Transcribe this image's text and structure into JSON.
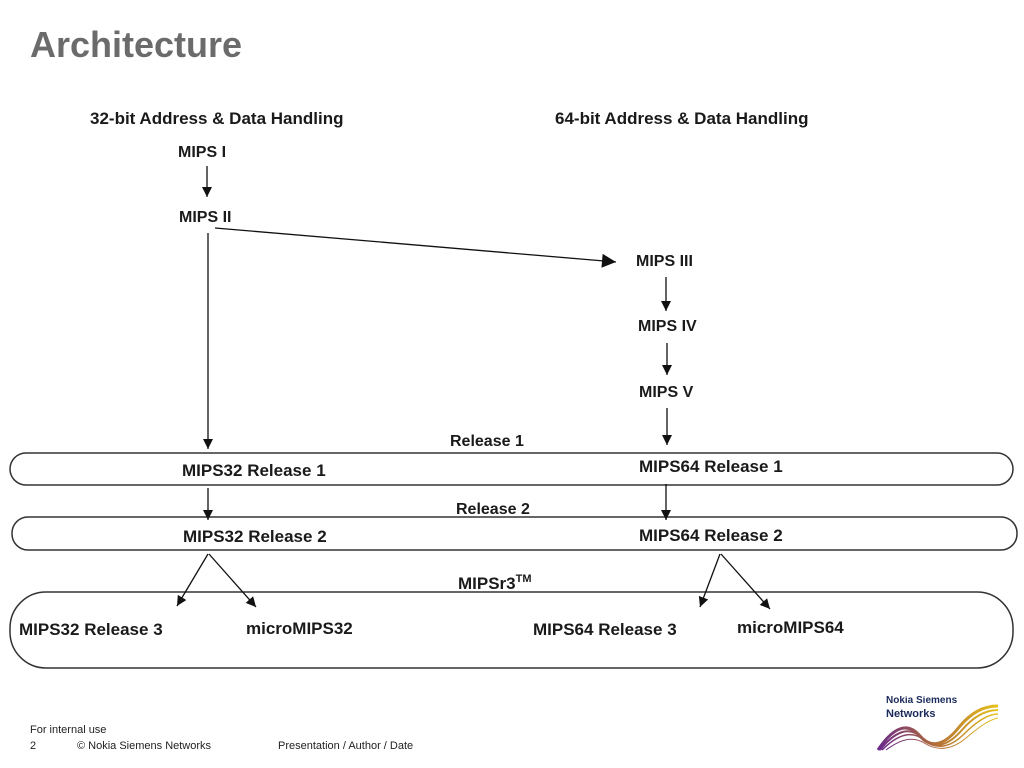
{
  "slide": {
    "title": "Architecture"
  },
  "diagram": {
    "column_32": "32-bit Address & Data Handling",
    "column_64": "64-bit Address & Data Handling",
    "nodes": {
      "mips1": "MIPS I",
      "mips2": "MIPS II",
      "mips3": "MIPS III",
      "mips4": "MIPS IV",
      "mips5": "MIPS V",
      "mips32_r1": "MIPS32 Release 1",
      "mips64_r1": "MIPS64 Release 1",
      "mips32_r2": "MIPS32 Release 2",
      "mips64_r2": "MIPS64 Release 2",
      "mips32_r3": "MIPS32 Release 3",
      "micromips32": "microMIPS32",
      "mips64_r3": "MIPS64 Release 3",
      "micromips64": "microMIPS64"
    },
    "bands": {
      "release1": "Release 1",
      "release2": "Release 2",
      "mipsr3": "MIPSr3",
      "mipsr3_mark": "TM"
    }
  },
  "footer": {
    "internal": "For internal use",
    "page": "2",
    "copyright": "© Nokia Siemens Networks",
    "presentation": "Presentation / Author / Date"
  },
  "logo": {
    "line1": "Nokia Siemens",
    "line2": "Networks"
  }
}
